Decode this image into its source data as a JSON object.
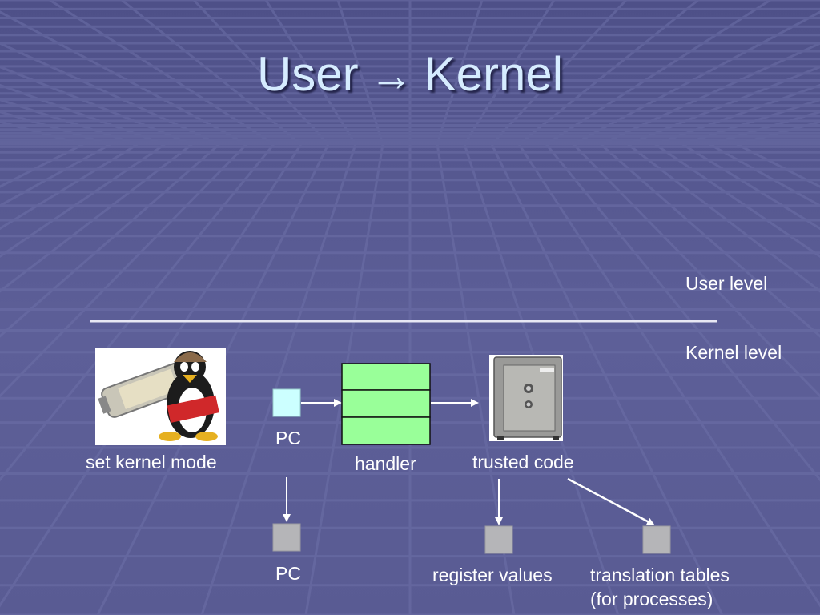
{
  "slide": {
    "title_left": "User",
    "title_arrow": "→",
    "title_right": "Kernel"
  },
  "labels": {
    "user_level": "User level",
    "kernel_level": "Kernel level",
    "set_kernel_mode": "set kernel mode",
    "pc_top": "PC",
    "handler": "handler",
    "trusted_code": "trusted code",
    "pc_bottom": "PC",
    "register_values": "register values",
    "translation_tables_line1": "translation tables",
    "translation_tables_line2": "(for processes)"
  },
  "images": {
    "penguin": "tux-penguin-with-battery-image",
    "safe": "safe-image"
  },
  "colors": {
    "background": "#56588f",
    "title": "#d6ecff",
    "pc_box": "#ccffff",
    "handler_box": "#99ff99",
    "gray_box": "#b5b5b8",
    "divider": "#e8e8f4"
  }
}
